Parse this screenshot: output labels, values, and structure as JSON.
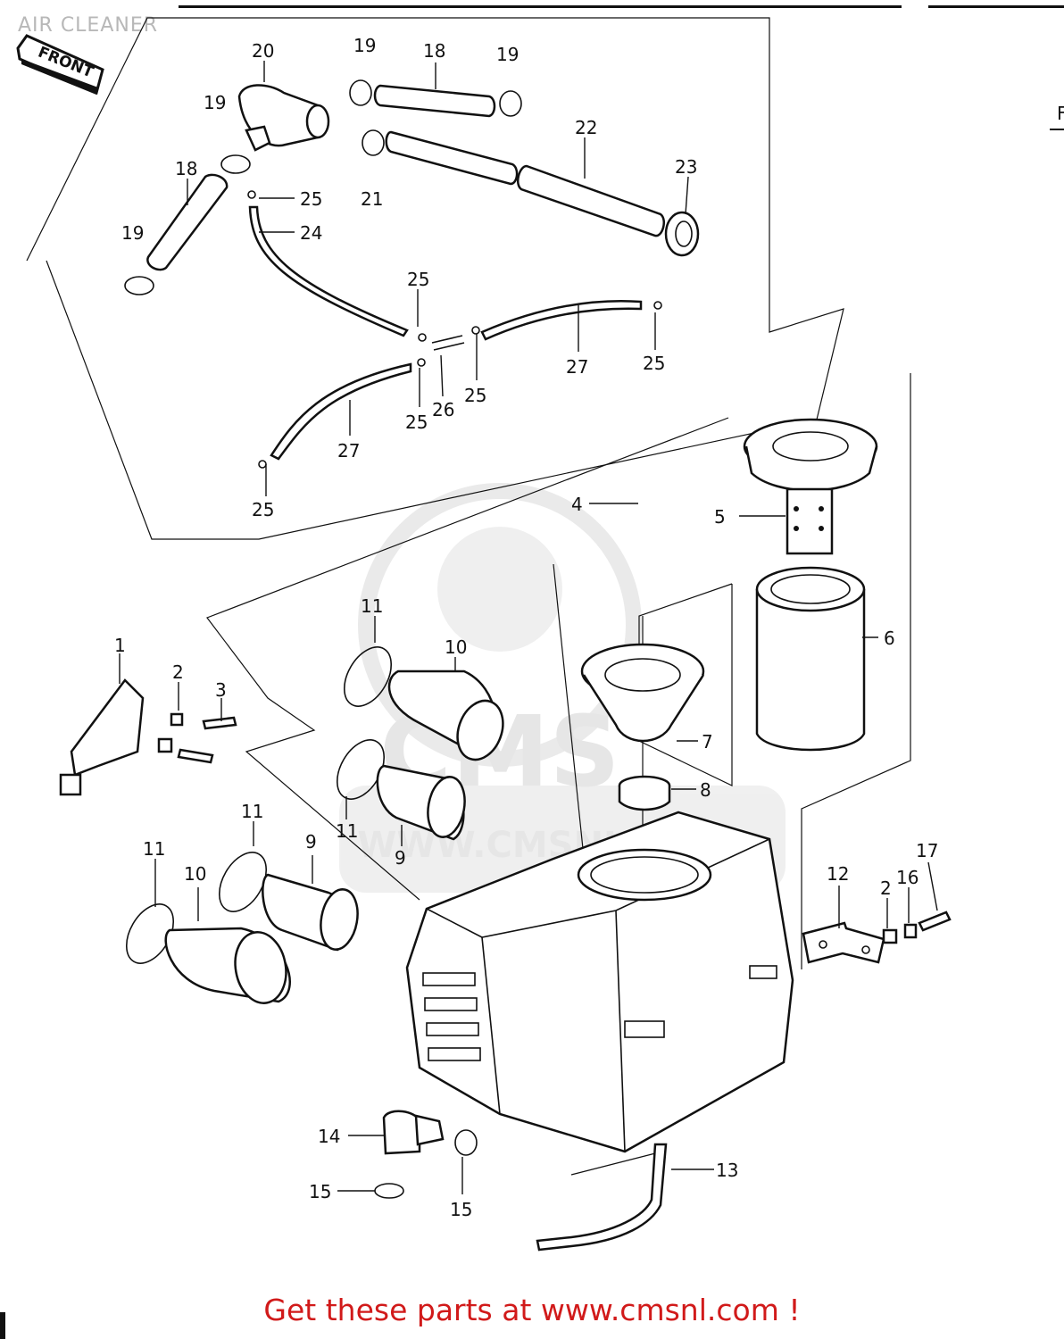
{
  "diagram": {
    "title": "AIR CLEANER",
    "front_label": "FRONT",
    "footer": "Get these parts at www.cmsnl.com !",
    "watermark": "WWW.CMSNL.COM",
    "watermark_logo": "CMS",
    "edge_letter": "F",
    "callouts": [
      "20",
      "19",
      "18",
      "19",
      "19",
      "18",
      "21",
      "22",
      "23",
      "25",
      "24",
      "19",
      "25",
      "27",
      "25",
      "25",
      "26",
      "25",
      "27",
      "25",
      "4",
      "5",
      "6",
      "11",
      "10",
      "1",
      "2",
      "3",
      "7",
      "8",
      "11",
      "9",
      "11",
      "11",
      "10",
      "9",
      "12",
      "2",
      "16",
      "17",
      "14",
      "15",
      "15",
      "13"
    ]
  }
}
